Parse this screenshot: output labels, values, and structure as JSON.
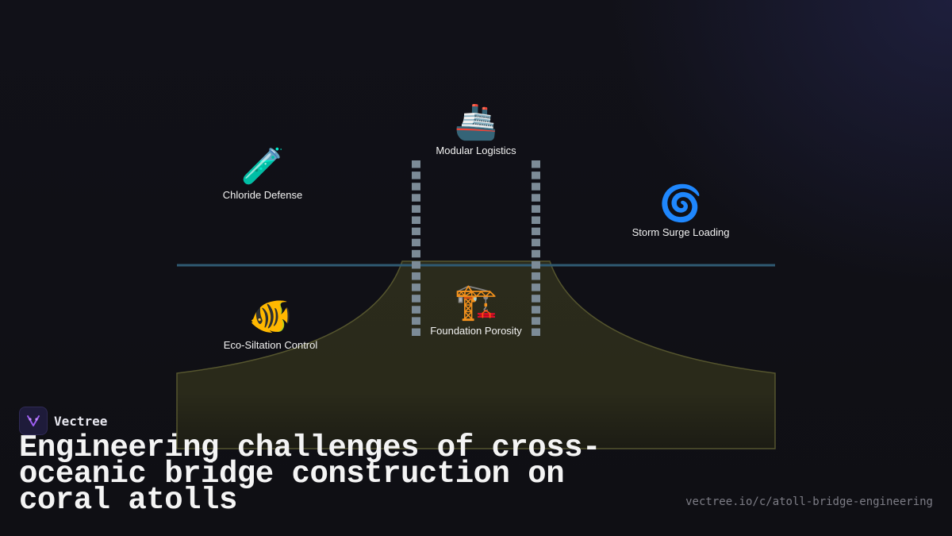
{
  "brand": {
    "name": "Vectree",
    "logo_icon": "vectree-logo-icon",
    "accent": "#9b5cf0"
  },
  "title": "Engineering challenges of cross-oceanic bridge construction on coral atolls",
  "url": "vectree.io/c/atoll-bridge-engineering",
  "diagram": {
    "nodes": {
      "logistics": {
        "label": "Modular Logistics",
        "icon": "ship-icon",
        "glyph": "🚢"
      },
      "chloride": {
        "label": "Chloride Defense",
        "icon": "test-tube-icon",
        "glyph": "🧪"
      },
      "storm": {
        "label": "Storm Surge Loading",
        "icon": "cyclone-icon",
        "glyph": "🌀"
      },
      "siltation": {
        "label": "Eco-Siltation Control",
        "icon": "fish-icon",
        "glyph": "🐠"
      },
      "foundation": {
        "label": "Foundation Porosity",
        "icon": "crane-icon",
        "glyph": "🏗️"
      }
    },
    "colors": {
      "sea_line": "#2f5a72",
      "atoll_fill": "#2a2a1a",
      "atoll_stroke": "#55552e",
      "pier": "#7c8b97"
    }
  }
}
